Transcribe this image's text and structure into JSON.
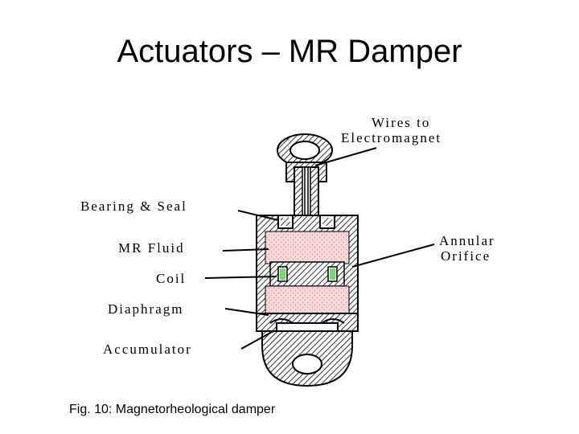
{
  "slide": {
    "title": "Actuators – MR Damper",
    "caption": "Fig. 10: Magnetorheological damper"
  },
  "labels": {
    "wires_line1": "Wires to",
    "wires_line2": "Electromagnet",
    "bearing": "Bearing & Seal",
    "mr_fluid": "MR Fluid",
    "coil": "Coil",
    "diaphragm": "Diaphragm",
    "accumulator": "Accumulator",
    "annular_line1": "Annular",
    "annular_line2": "Orifice"
  },
  "colors": {
    "fluid": "#f5d9d9",
    "hatch": "#000000"
  }
}
